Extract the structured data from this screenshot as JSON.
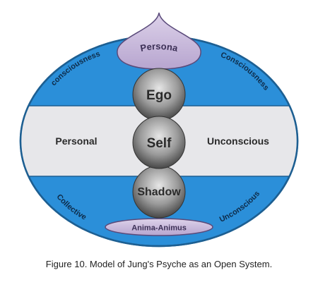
{
  "caption": "Figure 10. Model of Jung's Psyche as an Open System.",
  "labels": {
    "persona": "Persona",
    "ego": "Ego",
    "self": "Self",
    "shadow": "Shadow",
    "anima_animus": "Anima-Animus",
    "personal": "Personal",
    "unconscious_mid": "Unconscious",
    "consciousness_left": "consciousness",
    "consciousness_right": "Consciousness",
    "collective": "Collective",
    "unconscious_bottom": "Unconscious"
  },
  "colors": {
    "outer_blue": "#2b8fd9",
    "band": "#e7e7ea",
    "persona_fill": "#c6b6d9",
    "sphere_dark": "#4a4a4a",
    "sphere_light": "#e6e6e6"
  }
}
